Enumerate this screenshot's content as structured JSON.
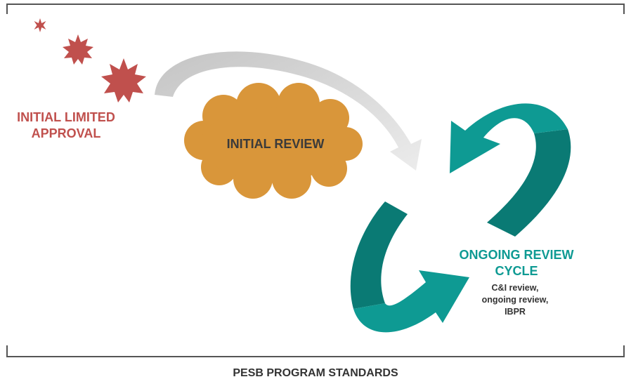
{
  "labels": {
    "initial_limited_approval": [
      "INITIAL LIMITED",
      "APPROVAL"
    ],
    "initial_review": "INITIAL REVIEW",
    "ongoing_review_cycle": [
      "ONGOING REVIEW",
      "CYCLE"
    ],
    "cycle_details": [
      "C&I review,",
      "ongoing review,",
      "IBPR"
    ],
    "footer": "PESB PROGRAM STANDARDS"
  },
  "colors": {
    "approval_red": "#c0504d",
    "review_orange": "#d9963a",
    "cycle_teal": "#0e9a93",
    "cycle_teal_dark": "#0a7a74",
    "arrow_gray": "#cfcfcf",
    "bracket": "#555555"
  }
}
